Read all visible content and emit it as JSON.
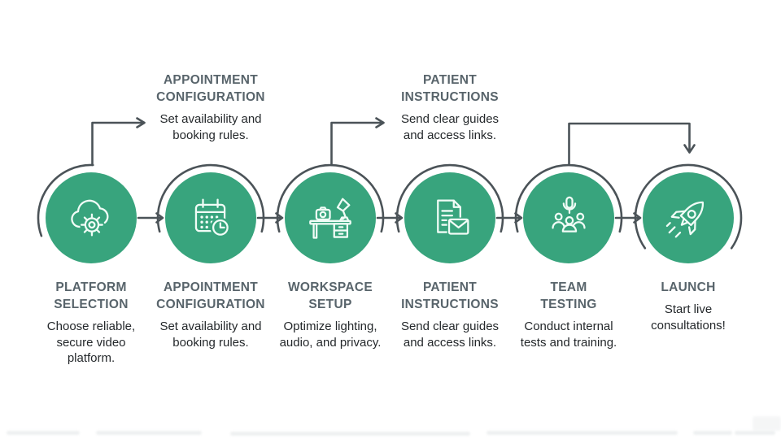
{
  "colors": {
    "background": "#ffffff",
    "circle_green": "#38a47d",
    "icon_stroke": "#f0fcf6",
    "connector_gray": "#4b5358",
    "title_gray": "#58646b",
    "body_text": "#24282b"
  },
  "steps": [
    {
      "title_line1": "PLATFORM",
      "title_line2": "SELECTION",
      "description": "Choose reliable, secure video platform.",
      "icon": "cloud-gear-icon"
    },
    {
      "title_line1": "APPOINTMENT",
      "title_line2": "CONFIGURATION",
      "description": "Set availability and booking rules.",
      "icon": "calendar-clock-icon"
    },
    {
      "title_line1": "WORKSPACE",
      "title_line2": "SETUP",
      "description": "Optimize lighting, audio, and privacy.",
      "icon": "desk-workspace-icon"
    },
    {
      "title_line1": "PATIENT",
      "title_line2": "INSTRUCTIONS",
      "description": "Send clear guides and access links.",
      "icon": "document-envelope-icon"
    },
    {
      "title_line1": "TEAM",
      "title_line2": "TESTING",
      "description": "Conduct internal tests and training.",
      "icon": "team-microphone-icon"
    },
    {
      "title_line1": "LAUNCH",
      "title_line2": "",
      "description": "Start live consultations!",
      "icon": "rocket-icon"
    }
  ],
  "callouts": [
    {
      "title_line1": "APPOINTMENT",
      "title_line2": "CONFIGURATION",
      "description": "Set availability and booking rules.",
      "points_to_step": 2
    },
    {
      "title_line1": "PATIENT",
      "title_line2": "INSTRUCTIONS",
      "description": "Send clear guides and access links.",
      "points_to_step": 4
    }
  ]
}
